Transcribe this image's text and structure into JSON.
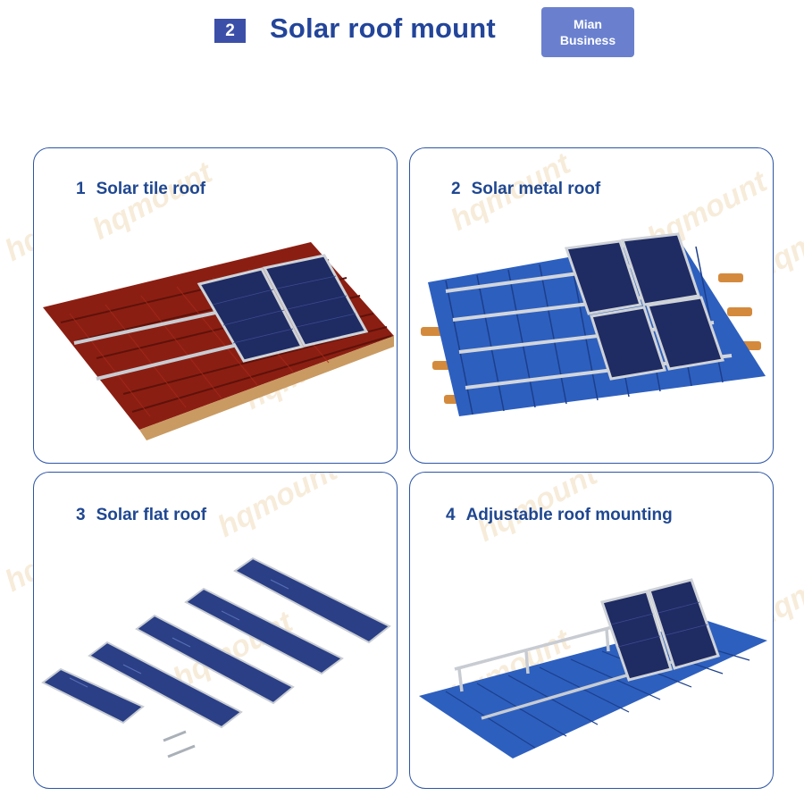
{
  "header": {
    "section_number": "2",
    "title": "Solar roof mount",
    "badge_line1": "Mian",
    "badge_line2": "Business"
  },
  "watermark": "hqmount",
  "cards": [
    {
      "number": "1",
      "label": "Solar tile roof"
    },
    {
      "number": "2",
      "label": "Solar metal roof"
    },
    {
      "number": "3",
      "label": "Solar flat roof"
    },
    {
      "number": "4",
      "label": "Adjustable roof mounting"
    }
  ],
  "colors": {
    "title": "#23459a",
    "badge": "#6a80cf",
    "card_border": "#2d55a6",
    "tile_roof": "#8b1e12",
    "metal_roof": "#2d5fbf",
    "panel": "#1f2b63"
  }
}
